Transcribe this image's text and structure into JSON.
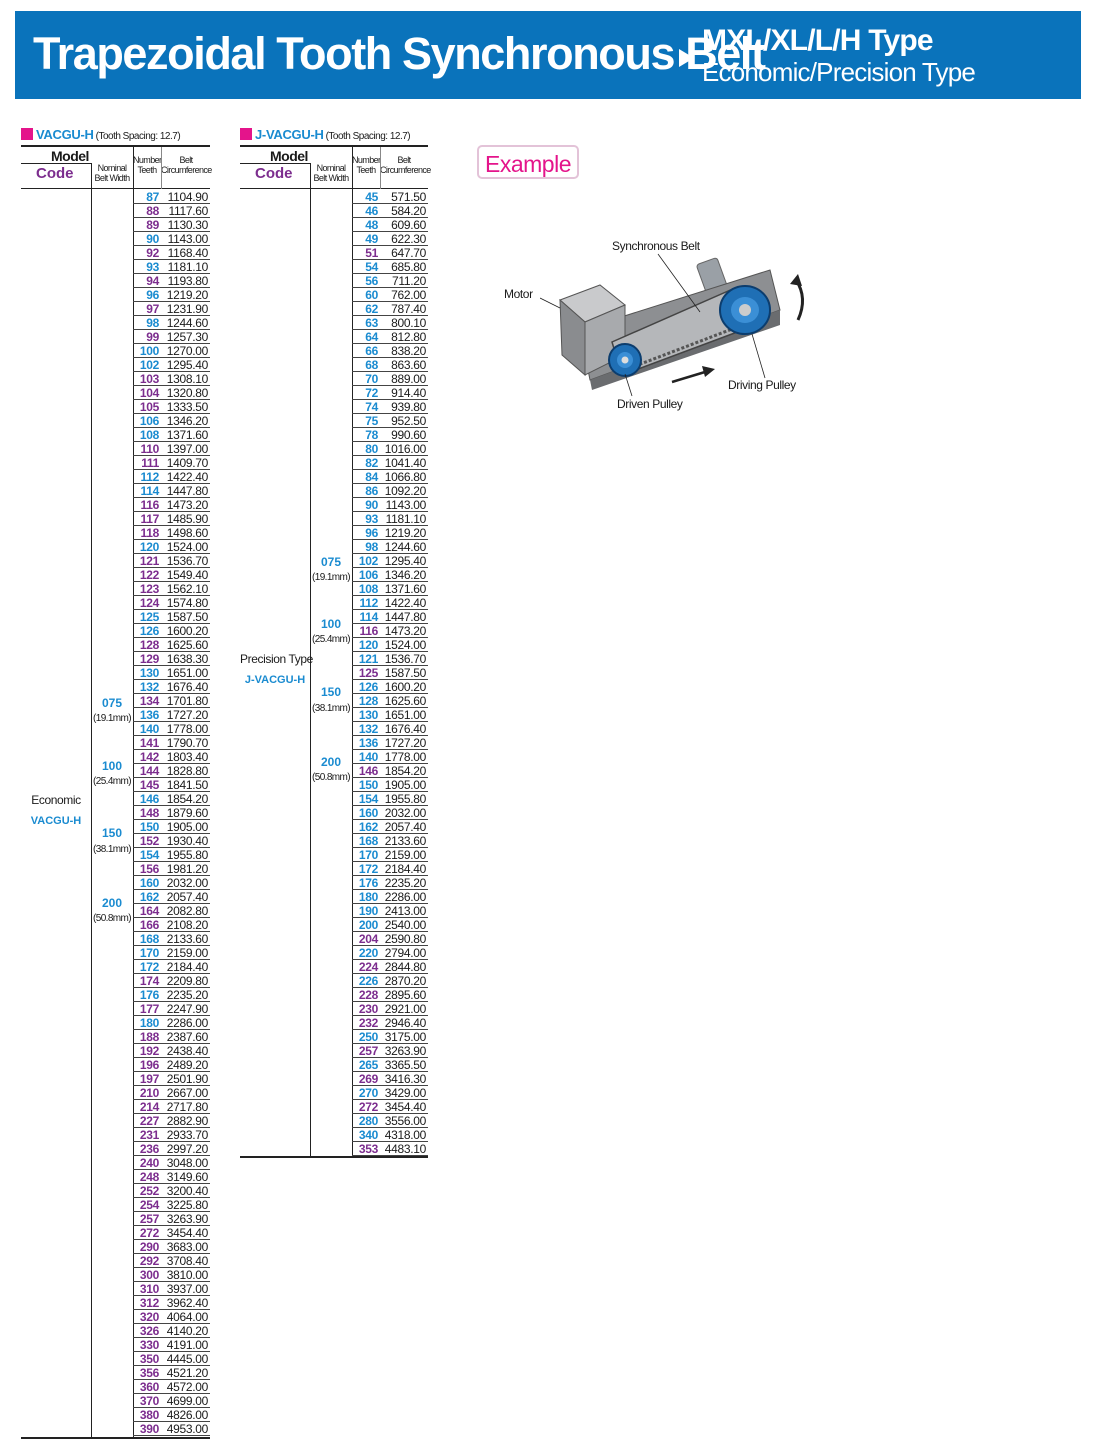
{
  "header": {
    "title": "Trapezoidal Tooth Synchronous Belt",
    "type_label": "MXL/XL/L/H Type",
    "subtitle": "Economic/Precision Type",
    "bg_color": "#0a73bb"
  },
  "columns": {
    "model": "Model",
    "code": "Code",
    "nominal_width": [
      "Nominal",
      "Belt Width"
    ],
    "number_teeth": [
      "Number",
      "Teeth"
    ],
    "belt_circ": [
      "Belt",
      "Circumference"
    ]
  },
  "economic": {
    "code": "VACGU-H",
    "tooth_spacing": "(Tooth Spacing: 12.7)",
    "type_label": "Economic",
    "widths": [
      {
        "code": "075",
        "mm": "(19.1mm)"
      },
      {
        "code": "100",
        "mm": "(25.4mm)"
      },
      {
        "code": "150",
        "mm": "(38.1mm)"
      },
      {
        "code": "200",
        "mm": "(50.8mm)"
      }
    ],
    "rows": [
      [
        "87",
        "1104.90",
        "b"
      ],
      [
        "88",
        "1117.60",
        "p"
      ],
      [
        "89",
        "1130.30",
        "p"
      ],
      [
        "90",
        "1143.00",
        "b"
      ],
      [
        "92",
        "1168.40",
        "p"
      ],
      [
        "93",
        "1181.10",
        "b"
      ],
      [
        "94",
        "1193.80",
        "p"
      ],
      [
        "96",
        "1219.20",
        "b"
      ],
      [
        "97",
        "1231.90",
        "p"
      ],
      [
        "98",
        "1244.60",
        "b"
      ],
      [
        "99",
        "1257.30",
        "p"
      ],
      [
        "100",
        "1270.00",
        "b"
      ],
      [
        "102",
        "1295.40",
        "b"
      ],
      [
        "103",
        "1308.10",
        "p"
      ],
      [
        "104",
        "1320.80",
        "p"
      ],
      [
        "105",
        "1333.50",
        "p"
      ],
      [
        "106",
        "1346.20",
        "b"
      ],
      [
        "108",
        "1371.60",
        "b"
      ],
      [
        "110",
        "1397.00",
        "p"
      ],
      [
        "111",
        "1409.70",
        "p"
      ],
      [
        "112",
        "1422.40",
        "b"
      ],
      [
        "114",
        "1447.80",
        "b"
      ],
      [
        "116",
        "1473.20",
        "p"
      ],
      [
        "117",
        "1485.90",
        "p"
      ],
      [
        "118",
        "1498.60",
        "p"
      ],
      [
        "120",
        "1524.00",
        "b"
      ],
      [
        "121",
        "1536.70",
        "p"
      ],
      [
        "122",
        "1549.40",
        "p"
      ],
      [
        "123",
        "1562.10",
        "p"
      ],
      [
        "124",
        "1574.80",
        "p"
      ],
      [
        "125",
        "1587.50",
        "b"
      ],
      [
        "126",
        "1600.20",
        "b"
      ],
      [
        "128",
        "1625.60",
        "p"
      ],
      [
        "129",
        "1638.30",
        "p"
      ],
      [
        "130",
        "1651.00",
        "b"
      ],
      [
        "132",
        "1676.40",
        "b"
      ],
      [
        "134",
        "1701.80",
        "p"
      ],
      [
        "136",
        "1727.20",
        "b"
      ],
      [
        "140",
        "1778.00",
        "b"
      ],
      [
        "141",
        "1790.70",
        "p"
      ],
      [
        "142",
        "1803.40",
        "p"
      ],
      [
        "144",
        "1828.80",
        "p"
      ],
      [
        "145",
        "1841.50",
        "p"
      ],
      [
        "146",
        "1854.20",
        "b"
      ],
      [
        "148",
        "1879.60",
        "p"
      ],
      [
        "150",
        "1905.00",
        "b"
      ],
      [
        "152",
        "1930.40",
        "p"
      ],
      [
        "154",
        "1955.80",
        "b"
      ],
      [
        "156",
        "1981.20",
        "p"
      ],
      [
        "160",
        "2032.00",
        "b"
      ],
      [
        "162",
        "2057.40",
        "b"
      ],
      [
        "164",
        "2082.80",
        "p"
      ],
      [
        "166",
        "2108.20",
        "p"
      ],
      [
        "168",
        "2133.60",
        "b"
      ],
      [
        "170",
        "2159.00",
        "b"
      ],
      [
        "172",
        "2184.40",
        "b"
      ],
      [
        "174",
        "2209.80",
        "p"
      ],
      [
        "176",
        "2235.20",
        "b"
      ],
      [
        "177",
        "2247.90",
        "p"
      ],
      [
        "180",
        "2286.00",
        "b"
      ],
      [
        "188",
        "2387.60",
        "p"
      ],
      [
        "192",
        "2438.40",
        "p"
      ],
      [
        "196",
        "2489.20",
        "p"
      ],
      [
        "197",
        "2501.90",
        "p"
      ],
      [
        "210",
        "2667.00",
        "p"
      ],
      [
        "214",
        "2717.80",
        "p"
      ],
      [
        "227",
        "2882.90",
        "p"
      ],
      [
        "231",
        "2933.70",
        "p"
      ],
      [
        "236",
        "2997.20",
        "p"
      ],
      [
        "240",
        "3048.00",
        "p"
      ],
      [
        "248",
        "3149.60",
        "p"
      ],
      [
        "252",
        "3200.40",
        "p"
      ],
      [
        "254",
        "3225.80",
        "p"
      ],
      [
        "257",
        "3263.90",
        "p"
      ],
      [
        "272",
        "3454.40",
        "p"
      ],
      [
        "290",
        "3683.00",
        "p"
      ],
      [
        "292",
        "3708.40",
        "p"
      ],
      [
        "300",
        "3810.00",
        "p"
      ],
      [
        "310",
        "3937.00",
        "p"
      ],
      [
        "312",
        "3962.40",
        "p"
      ],
      [
        "320",
        "4064.00",
        "p"
      ],
      [
        "326",
        "4140.20",
        "p"
      ],
      [
        "330",
        "4191.00",
        "p"
      ],
      [
        "350",
        "4445.00",
        "p"
      ],
      [
        "356",
        "4521.20",
        "p"
      ],
      [
        "360",
        "4572.00",
        "p"
      ],
      [
        "370",
        "4699.00",
        "p"
      ],
      [
        "380",
        "4826.00",
        "p"
      ],
      [
        "390",
        "4953.00",
        "p"
      ]
    ]
  },
  "precision": {
    "code": "J-VACGU-H",
    "tooth_spacing": "(Tooth Spacing: 12.7)",
    "type_label": "Precision Type",
    "widths": [
      {
        "code": "075",
        "mm": "(19.1mm)"
      },
      {
        "code": "100",
        "mm": "(25.4mm)"
      },
      {
        "code": "150",
        "mm": "(38.1mm)"
      },
      {
        "code": "200",
        "mm": "(50.8mm)"
      }
    ],
    "rows": [
      [
        "45",
        "571.50",
        "b"
      ],
      [
        "46",
        "584.20",
        "b"
      ],
      [
        "48",
        "609.60",
        "b"
      ],
      [
        "49",
        "622.30",
        "b"
      ],
      [
        "51",
        "647.70",
        "p"
      ],
      [
        "54",
        "685.80",
        "b"
      ],
      [
        "56",
        "711.20",
        "b"
      ],
      [
        "60",
        "762.00",
        "b"
      ],
      [
        "62",
        "787.40",
        "b"
      ],
      [
        "63",
        "800.10",
        "b"
      ],
      [
        "64",
        "812.80",
        "b"
      ],
      [
        "66",
        "838.20",
        "b"
      ],
      [
        "68",
        "863.60",
        "b"
      ],
      [
        "70",
        "889.00",
        "b"
      ],
      [
        "72",
        "914.40",
        "b"
      ],
      [
        "74",
        "939.80",
        "b"
      ],
      [
        "75",
        "952.50",
        "b"
      ],
      [
        "78",
        "990.60",
        "b"
      ],
      [
        "80",
        "1016.00",
        "b"
      ],
      [
        "82",
        "1041.40",
        "b"
      ],
      [
        "84",
        "1066.80",
        "b"
      ],
      [
        "86",
        "1092.20",
        "b"
      ],
      [
        "90",
        "1143.00",
        "b"
      ],
      [
        "93",
        "1181.10",
        "b"
      ],
      [
        "96",
        "1219.20",
        "b"
      ],
      [
        "98",
        "1244.60",
        "b"
      ],
      [
        "102",
        "1295.40",
        "b"
      ],
      [
        "106",
        "1346.20",
        "b"
      ],
      [
        "108",
        "1371.60",
        "b"
      ],
      [
        "112",
        "1422.40",
        "b"
      ],
      [
        "114",
        "1447.80",
        "b"
      ],
      [
        "116",
        "1473.20",
        "p"
      ],
      [
        "120",
        "1524.00",
        "b"
      ],
      [
        "121",
        "1536.70",
        "b"
      ],
      [
        "125",
        "1587.50",
        "p"
      ],
      [
        "126",
        "1600.20",
        "b"
      ],
      [
        "128",
        "1625.60",
        "b"
      ],
      [
        "130",
        "1651.00",
        "b"
      ],
      [
        "132",
        "1676.40",
        "b"
      ],
      [
        "136",
        "1727.20",
        "b"
      ],
      [
        "140",
        "1778.00",
        "b"
      ],
      [
        "146",
        "1854.20",
        "p"
      ],
      [
        "150",
        "1905.00",
        "b"
      ],
      [
        "154",
        "1955.80",
        "b"
      ],
      [
        "160",
        "2032.00",
        "b"
      ],
      [
        "162",
        "2057.40",
        "b"
      ],
      [
        "168",
        "2133.60",
        "b"
      ],
      [
        "170",
        "2159.00",
        "b"
      ],
      [
        "172",
        "2184.40",
        "b"
      ],
      [
        "176",
        "2235.20",
        "b"
      ],
      [
        "180",
        "2286.00",
        "b"
      ],
      [
        "190",
        "2413.00",
        "b"
      ],
      [
        "200",
        "2540.00",
        "b"
      ],
      [
        "204",
        "2590.80",
        "p"
      ],
      [
        "220",
        "2794.00",
        "b"
      ],
      [
        "224",
        "2844.80",
        "p"
      ],
      [
        "226",
        "2870.20",
        "b"
      ],
      [
        "228",
        "2895.60",
        "p"
      ],
      [
        "230",
        "2921.00",
        "p"
      ],
      [
        "232",
        "2946.40",
        "p"
      ],
      [
        "250",
        "3175.00",
        "b"
      ],
      [
        "257",
        "3263.90",
        "p"
      ],
      [
        "265",
        "3365.50",
        "b"
      ],
      [
        "269",
        "3416.30",
        "p"
      ],
      [
        "270",
        "3429.00",
        "b"
      ],
      [
        "272",
        "3454.40",
        "p"
      ],
      [
        "280",
        "3556.00",
        "b"
      ],
      [
        "340",
        "4318.00",
        "b"
      ],
      [
        "353",
        "4483.10",
        "p"
      ]
    ]
  },
  "example": {
    "button": "Example",
    "labels": {
      "belt": "Synchronous Belt",
      "motor": "Motor",
      "driving": "Driving Pulley",
      "driven": "Driven Pulley"
    }
  },
  "colors": {
    "blue": "#1a8bd0",
    "purple": "#7c2d8e",
    "magenta": "#e4148b"
  }
}
